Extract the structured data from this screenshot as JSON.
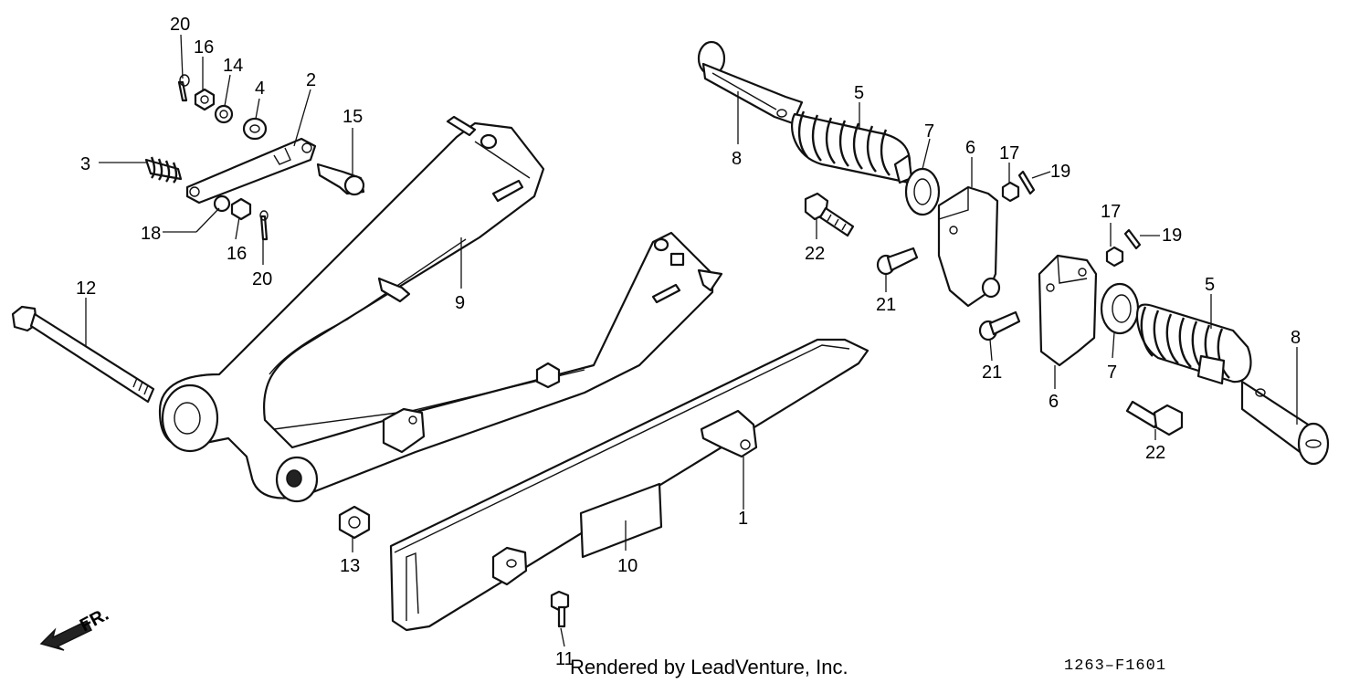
{
  "diagram": {
    "footer_credit": "Rendered by LeadVenture, Inc.",
    "diagram_code": "1263–F1601",
    "direction_label": "FR.",
    "callouts": {
      "c20a": "20",
      "c16a": "16",
      "c14": "14",
      "c4": "4",
      "c2": "2",
      "c15": "15",
      "c3": "3",
      "c18": "18",
      "c16b": "16",
      "c20b": "20",
      "c12": "12",
      "c9": "9",
      "c13": "13",
      "c10": "10",
      "c1": "1",
      "c11": "11",
      "c8a": "8",
      "c5a": "5",
      "c7a": "7",
      "c6a": "6",
      "c17a": "17",
      "c19a": "19",
      "c22a": "22",
      "c21a": "21",
      "c17b": "17",
      "c19b": "19",
      "c21b": "21",
      "c6b": "6",
      "c7b": "7",
      "c5b": "5",
      "c8b": "8",
      "c22b": "22"
    }
  }
}
